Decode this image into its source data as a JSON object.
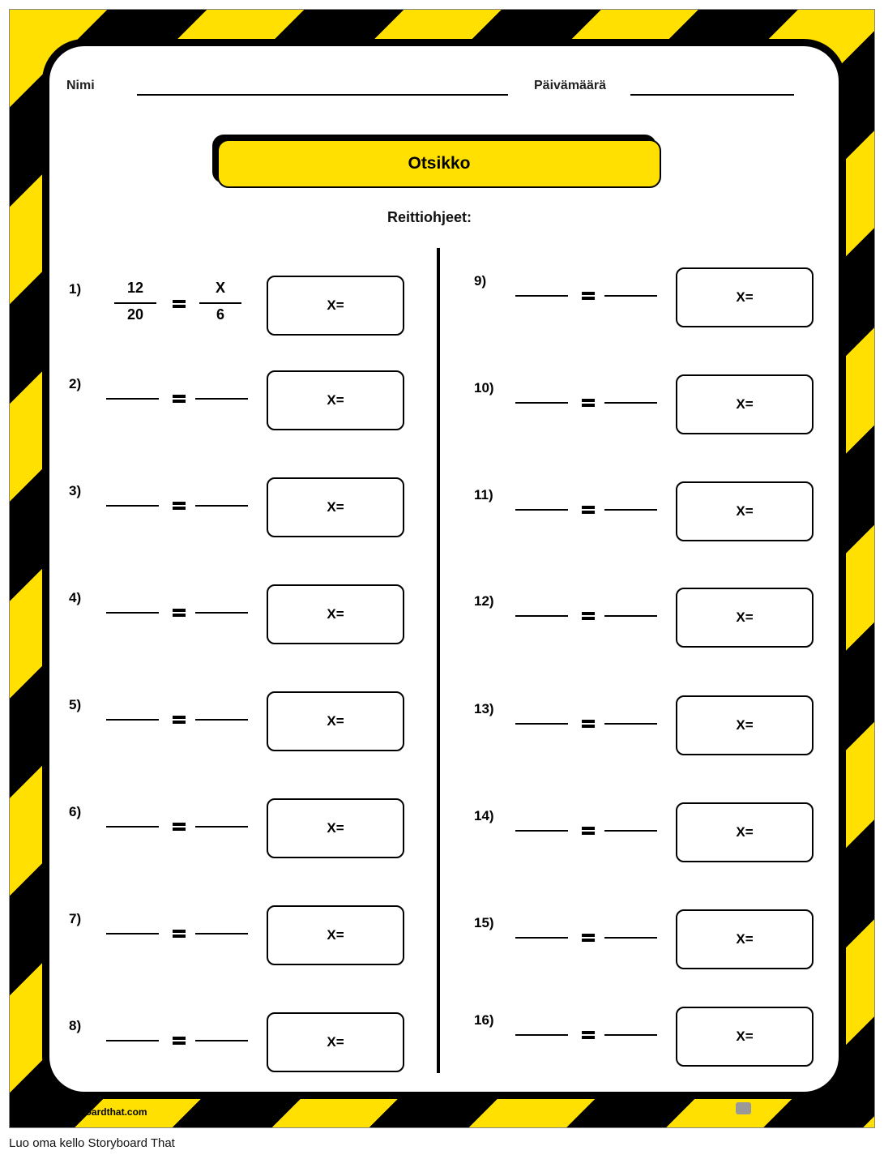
{
  "header": {
    "name_label": "Nimi",
    "date_label": "Päivämäärä"
  },
  "title": "Otsikko",
  "directions": "Reittiohjeet:",
  "answer_label": "X=",
  "example": {
    "left_num": "12",
    "left_den": "20",
    "right_num": "X",
    "right_den": "6"
  },
  "problems": [
    "1)",
    "2)",
    "3)",
    "4)",
    "5)",
    "6)",
    "7)",
    "8)",
    "9)",
    "10)",
    "11)",
    "12)",
    "13)",
    "14)",
    "15)",
    "16)"
  ],
  "footer": {
    "url": "www.storyboardthat.com",
    "brand": "StoryboardThat"
  },
  "caption": "Luo oma kello Storyboard That",
  "colors": {
    "accent": "#ffe000",
    "stripe_dark": "#000000"
  }
}
